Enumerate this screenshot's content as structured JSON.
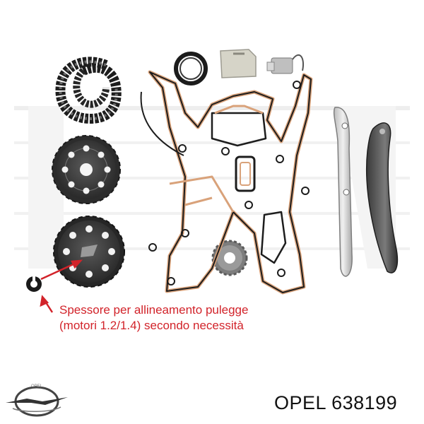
{
  "photo": {
    "caption_line1": "Spessore per allineamento pulegge",
    "caption_line2": "(motori 1.2/1.4) secondo necessità",
    "caption_color": "#d2232a",
    "watermark_text": "KNK"
  },
  "footer": {
    "brand": "OPEL",
    "part_number": "638199"
  },
  "icons": [
    "opel-logo-icon",
    "arrow-icon"
  ]
}
